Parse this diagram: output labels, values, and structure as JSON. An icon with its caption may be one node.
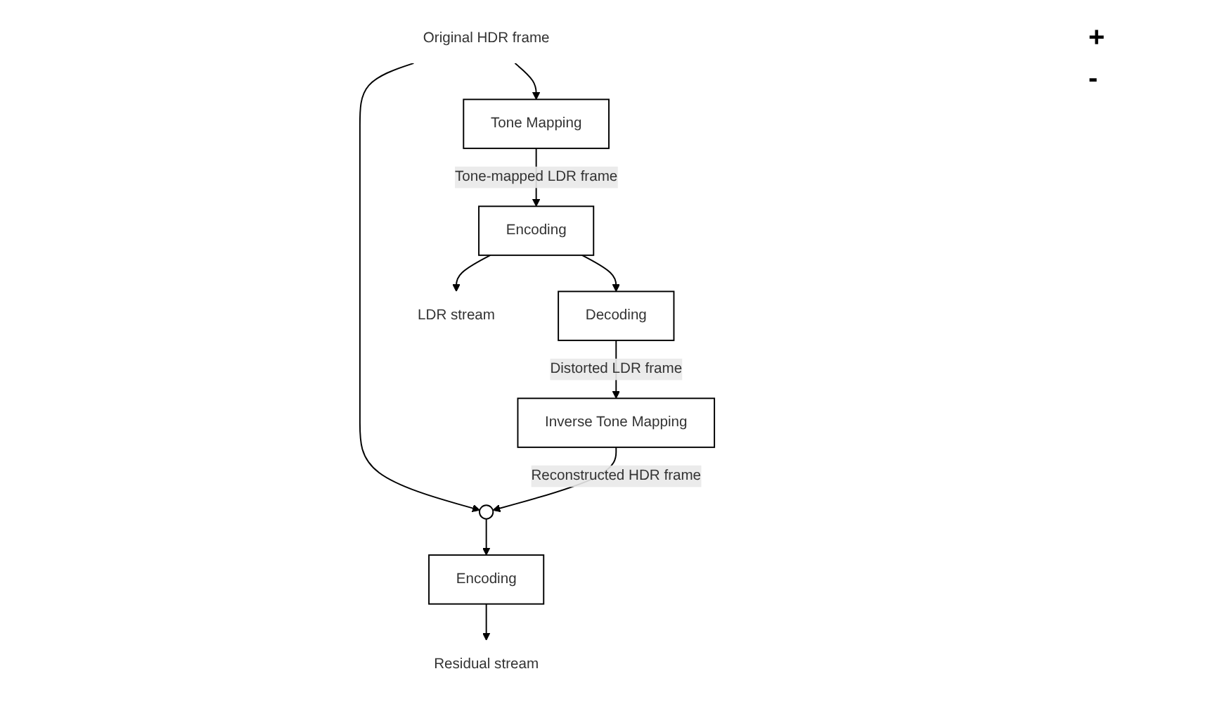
{
  "diagram": {
    "nodes": [
      {
        "text": [
          "Original HDR frame"
        ]
      },
      {
        "text": [],
        "shape": "circle"
      },
      {
        "text": [
          "Encoding"
        ]
      },
      {
        "text": [
          "Tone Mapping"
        ]
      },
      {
        "text": [
          "Inverse Tone Mapping"
        ]
      },
      {
        "text": [
          "Encoding"
        ]
      },
      {
        "text": [
          "Decoding"
        ]
      },
      {
        "text": [
          "Residual stream"
        ]
      },
      {
        "text": [
          "LDR stream"
        ]
      }
    ],
    "edges": [
      {
        "from": 0,
        "to": 3,
        "arrow": "to"
      },
      {
        "from": 0,
        "to": 1,
        "arrow": "to"
      },
      {
        "from": 1,
        "to": 2,
        "arrow": "to"
      },
      {
        "from": 2,
        "to": 7,
        "arrow": "to"
      },
      {
        "from": 3,
        "to": 5,
        "arrow": "to",
        "label": "Tone-mapped LDR frame"
      },
      {
        "from": 5,
        "to": 6,
        "arrow": "to"
      },
      {
        "from": 5,
        "to": 8,
        "arrow": "to"
      },
      {
        "from": 6,
        "to": 4,
        "arrow": "to",
        "label": "Distorted LDR frame"
      },
      {
        "from": 4,
        "to": 1,
        "arrow": "to",
        "label": "Reconstructed HDR frame"
      }
    ],
    "labels": [
      "+",
      "-"
    ]
  }
}
